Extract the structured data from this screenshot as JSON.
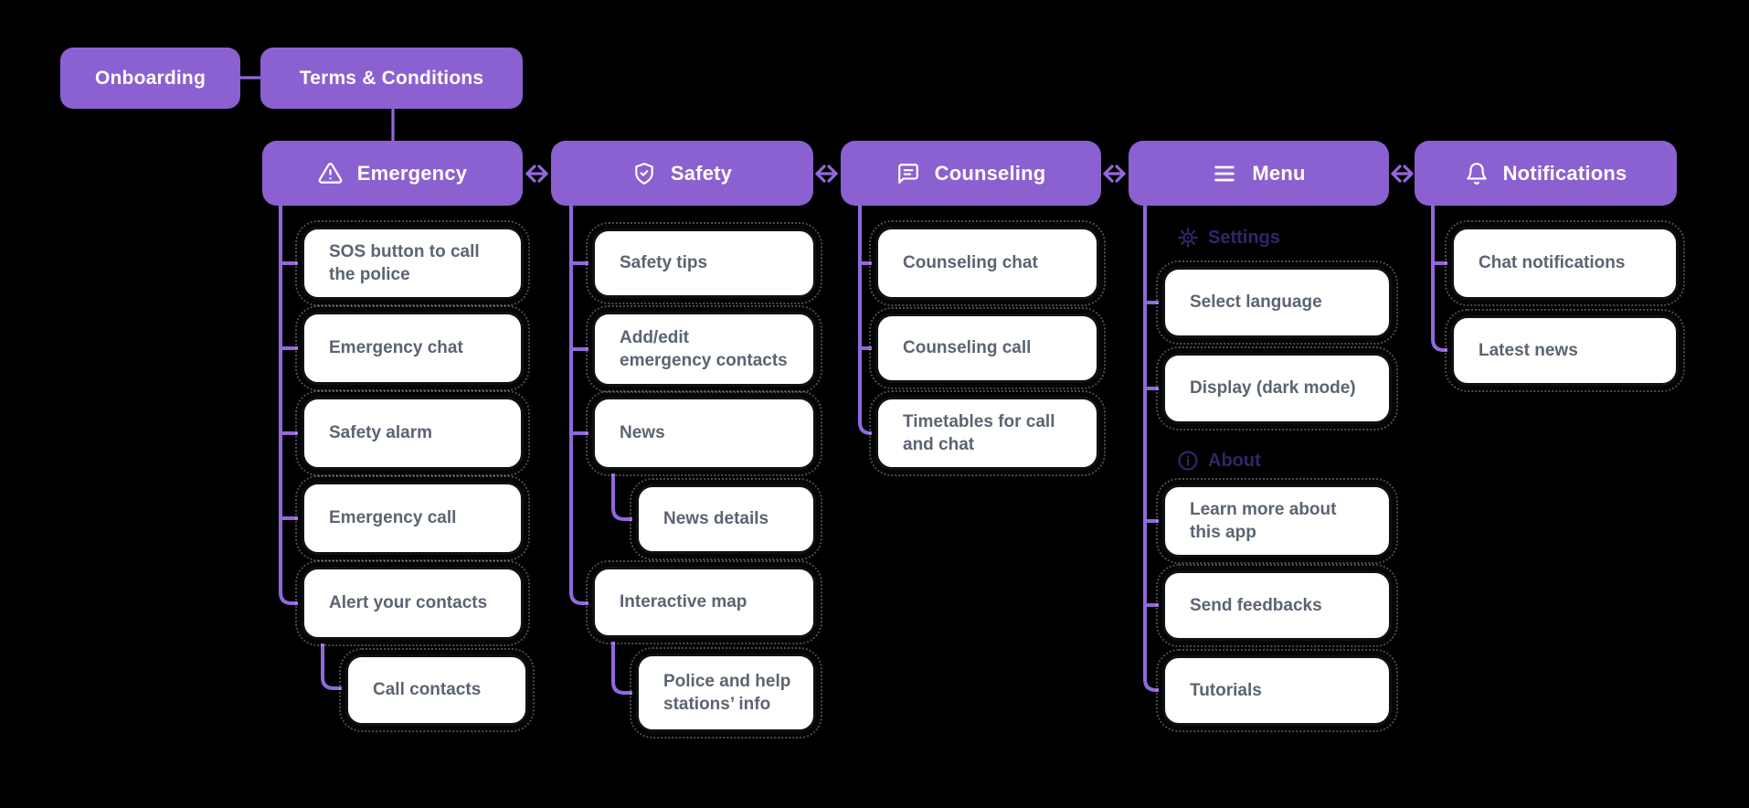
{
  "colors": {
    "background": "#000000",
    "node_purple": "#8B60D0",
    "connector_purple": "#9268DC",
    "card_background": "#FFFFFF",
    "card_border": "#0F1014",
    "card_text": "#5B6472",
    "section_label_text": "#35246B",
    "header_text": "#FFFFFF"
  },
  "icons": {
    "emergency": "warning-triangle-icon",
    "safety": "shield-check-icon",
    "counseling": "chat-bubble-icon",
    "menu": "hamburger-menu-icon",
    "notifications": "bell-icon",
    "settings": "gear-icon",
    "about": "info-circle-icon",
    "flow_arrows": "double-arrow-icon"
  },
  "top_flow": {
    "onboarding": "Onboarding",
    "terms": "Terms & Conditions"
  },
  "sections": {
    "emergency": {
      "title": "Emergency",
      "items": [
        "SOS button to call\nthe police",
        "Emergency chat",
        "Safety alarm",
        "Emergency call",
        "Alert your contacts"
      ],
      "sub_items": [
        "Call contacts"
      ]
    },
    "safety": {
      "title": "Safety",
      "items": [
        "Safety tips",
        "Add/edit\nemergency contacts",
        "News",
        "Interactive map"
      ],
      "sub_items": [
        "News details",
        "Police and help\nstations’ info"
      ]
    },
    "counseling": {
      "title": "Counseling",
      "items": [
        "Counseling chat",
        "Counseling call",
        "Timetables for call\nand chat"
      ]
    },
    "menu": {
      "title": "Menu",
      "groups": [
        {
          "label": "Settings",
          "items": [
            "Select language",
            "Display (dark mode)"
          ]
        },
        {
          "label": "About",
          "items": [
            "Learn more about\nthis app",
            "Send feedbacks",
            "Tutorials"
          ]
        }
      ]
    },
    "notifications": {
      "title": "Notifications",
      "items": [
        "Chat notifications",
        "Latest news"
      ]
    }
  }
}
